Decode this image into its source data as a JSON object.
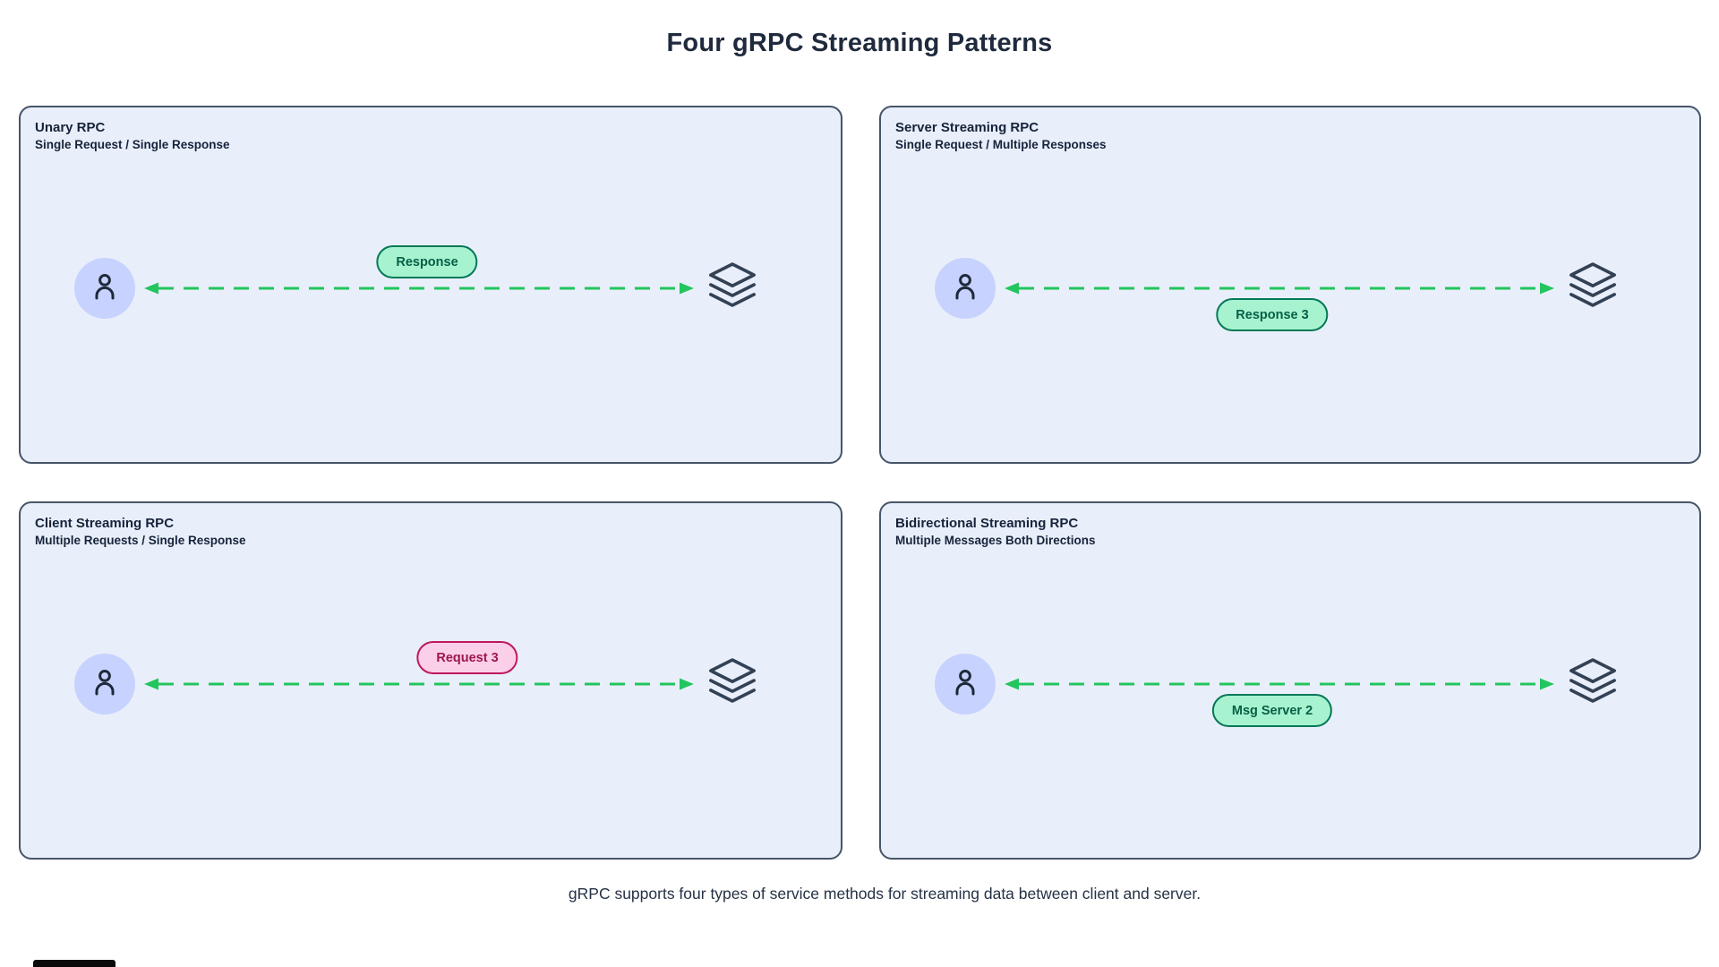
{
  "title": "Four gRPC Streaming Patterns",
  "caption": "gRPC supports four types of service methods for streaming data between client and server.",
  "colors": {
    "panel_bg": "#e9effa",
    "panel_border": "#475569",
    "arrow_green": "#22c55e",
    "pill_green_bg": "#a7f3d0",
    "pill_green_border": "#047857",
    "pill_green_text": "#065f46",
    "pill_pink_bg": "#fbcfe8",
    "pill_pink_border": "#be185d",
    "pill_pink_text": "#9d174d",
    "client_circle_bg": "#c7d2fe",
    "icon_stroke": "#1e293b",
    "header_text": "#16233b"
  },
  "panels": [
    {
      "title": "Unary RPC",
      "subtitle": "Single Request / Single Response",
      "pill": {
        "label": "Response",
        "color": "green",
        "position": "above-arrow"
      }
    },
    {
      "title": "Server Streaming RPC",
      "subtitle": "Single Request / Multiple Responses",
      "pill": {
        "label": "Response 3",
        "color": "green",
        "position": "below-arrow"
      }
    },
    {
      "title": "Client Streaming RPC",
      "subtitle": "Multiple Requests / Single Response",
      "pill": {
        "label": "Request 3",
        "color": "pink",
        "position": "above-arrow"
      }
    },
    {
      "title": "Bidirectional Streaming RPC",
      "subtitle": "Multiple Messages Both Directions",
      "pill": {
        "label": "Msg Server 2",
        "color": "green",
        "position": "below-arrow"
      }
    }
  ],
  "nodes": {
    "client_icon": "person-icon",
    "server_icon": "layers-icon",
    "arrow_style": "dashed double-headed green"
  }
}
